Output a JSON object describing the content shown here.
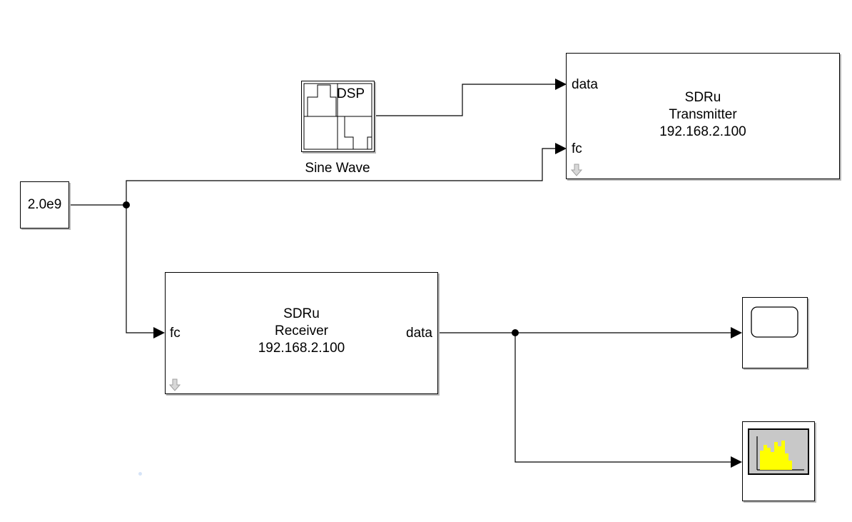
{
  "constant": {
    "value": "2.0e9"
  },
  "sine_wave": {
    "icon_label": "DSP",
    "caption": "Sine Wave"
  },
  "transmitter": {
    "title_lines": [
      "SDRu",
      "Transmitter",
      "192.168.2.100"
    ],
    "ports": {
      "data": "data",
      "fc": "fc"
    }
  },
  "receiver": {
    "title_lines": [
      "SDRu",
      "Receiver",
      "192.168.2.100"
    ],
    "ports": {
      "fc": "fc",
      "data": "data"
    }
  },
  "scope": {
    "icon": "scope-screen-icon"
  },
  "spectrum": {
    "icon": "spectrum-bars-icon",
    "bar_color": "#ffff00"
  },
  "colors": {
    "line": "#000000",
    "shadow": "#b8b8b8",
    "down_arrow": "#b0b0b0"
  }
}
